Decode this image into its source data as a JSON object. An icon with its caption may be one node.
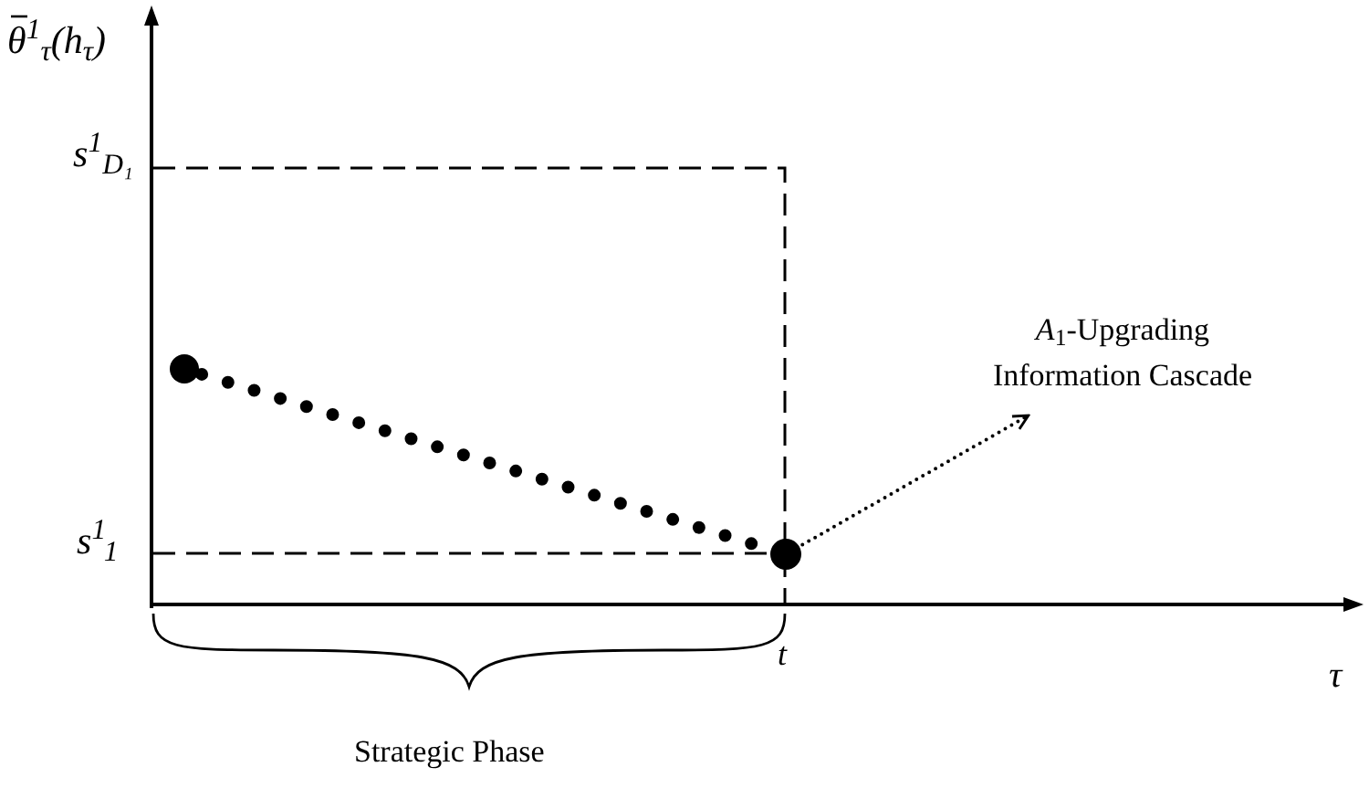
{
  "diagram": {
    "nodes": [
      {
        "text": [],
        "shape": "circle"
      },
      {
        "text": [],
        "shape": "circle"
      },
      {
        "text": [
          "*A*$_{1}$-Upgrading Information Cascade"
        ]
      }
    ],
    "edges": [
      {
        "from": 0,
        "to": 1,
        "arrow": "none",
        "style": "dashed"
      },
      {
        "from": 1,
        "to": 2,
        "arrow": "to",
        "style": "dashed"
      }
    ],
    "labels": [
      "θ$^{1}$$_{τ}$(h$_{τ}$)",
      "s$^{1}$$_{D₁}$",
      "s$^{1}$$_{1}$",
      "t",
      "τ",
      "Strategic Phase"
    ]
  }
}
